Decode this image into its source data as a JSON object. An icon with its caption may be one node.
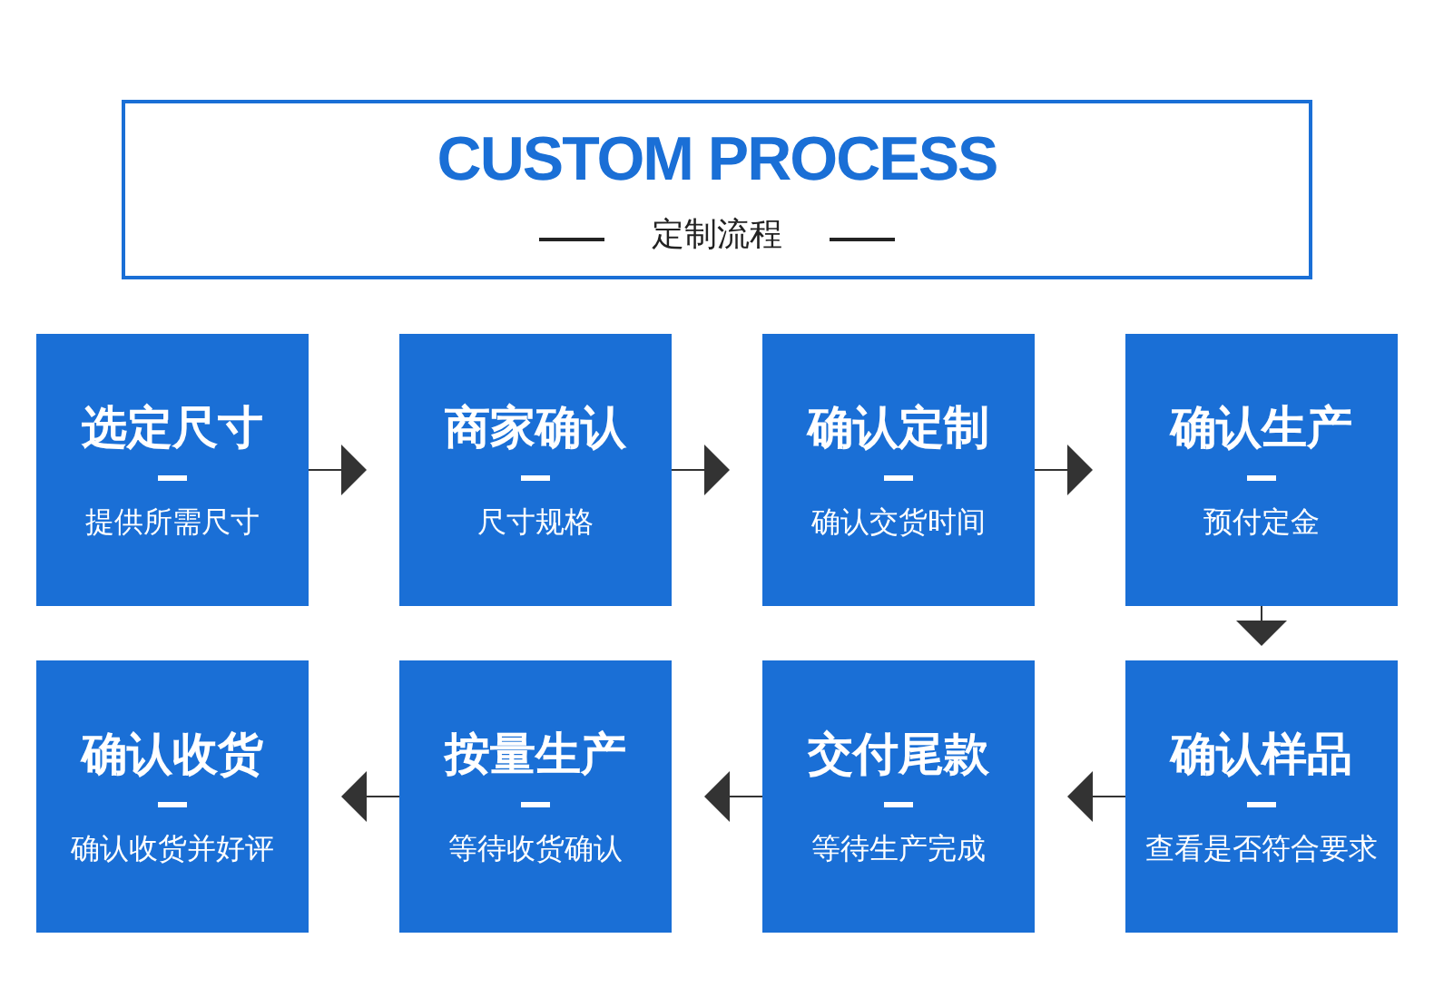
{
  "diagram": {
    "title": "CUSTOM PROCESS",
    "nodes": [
      {
        "text": [
          "选定尺寸",
          "提供所需尺寸"
        ]
      },
      {
        "text": [
          "商家确认",
          "尺寸规格"
        ]
      },
      {
        "text": [
          "确认定制",
          "确认交货时间"
        ]
      },
      {
        "text": [
          "确认生产",
          "预付定金"
        ]
      },
      {
        "text": [
          "确认收货",
          "确认收货并好评"
        ]
      },
      {
        "text": [
          "按量生产",
          "等待收货确认"
        ]
      },
      {
        "text": [
          "交付尾款",
          "等待生产完成"
        ]
      },
      {
        "text": [
          "确认样品",
          "查看是否符合要求"
        ]
      }
    ],
    "edges": [
      {
        "from": 0,
        "to": 1,
        "arrow": "to"
      },
      {
        "from": 1,
        "to": 2,
        "arrow": "to"
      },
      {
        "from": 2,
        "to": 3,
        "arrow": "to"
      },
      {
        "from": 3,
        "to": 7,
        "arrow": "to"
      },
      {
        "from": 7,
        "to": 6,
        "arrow": "to"
      },
      {
        "from": 6,
        "to": 5,
        "arrow": "to"
      },
      {
        "from": 5,
        "to": 4,
        "arrow": "to"
      }
    ],
    "labels": [
      "定制流程"
    ]
  }
}
